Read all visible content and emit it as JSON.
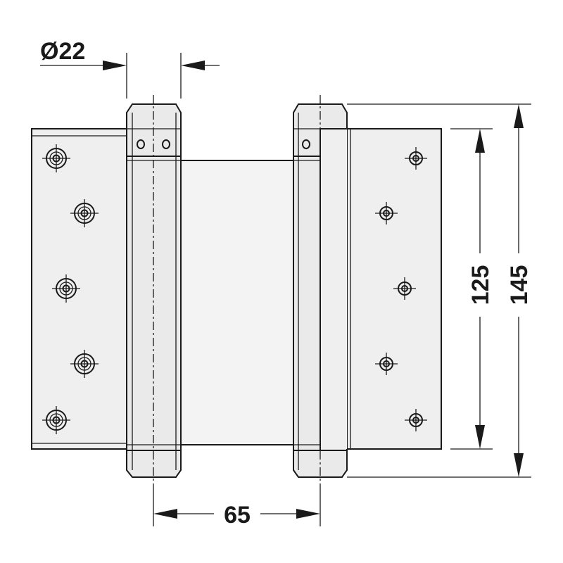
{
  "dimensions": {
    "diameter": "Ø22",
    "height_inner": "125",
    "height_outer": "145",
    "width": "65"
  },
  "colors": {
    "line": "#1a1a1a",
    "fill": "#f0eff0"
  }
}
